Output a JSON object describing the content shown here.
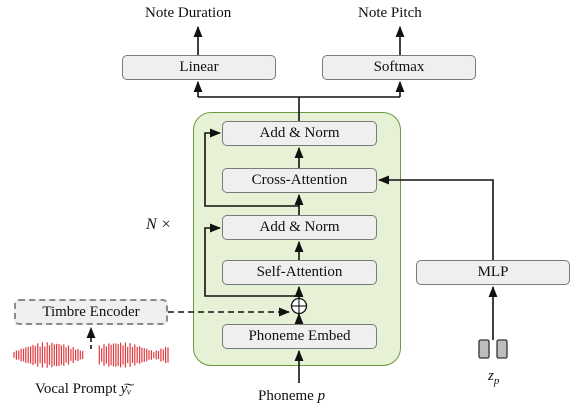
{
  "outputs": {
    "duration": "Note Duration",
    "pitch": "Note Pitch"
  },
  "heads": {
    "linear": "Linear",
    "softmax": "Softmax"
  },
  "block": {
    "add_norm_top": "Add & Norm",
    "cross_attention": "Cross-Attention",
    "add_norm_bottom": "Add & Norm",
    "self_attention": "Self-Attention",
    "phoneme_embed": "Phoneme Embed",
    "repeat_label": "N ×"
  },
  "mlp": "MLP",
  "timbre_encoder": "Timbre Encoder",
  "inputs": {
    "vocal_prompt_text": "Vocal Prompt",
    "vocal_prompt_symbol": "y͠ᵥ",
    "phoneme_text": "Phoneme",
    "phoneme_symbol": "p",
    "zp_symbol": "z",
    "zp_subscript": "p"
  },
  "icons": [
    "waveform-icon",
    "vector-icon",
    "sum-icon"
  ]
}
